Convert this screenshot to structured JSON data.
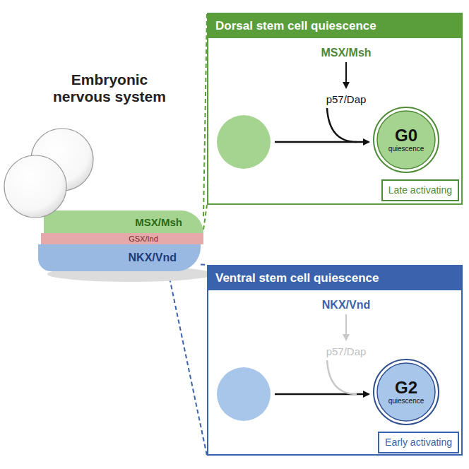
{
  "diagram": {
    "nodes": [
      {
        "text": [
          "MSX/Msh"
        ]
      },
      {
        "text": [
          "GSX/Ind"
        ]
      },
      {
        "text": [
          "NKX/Vnd"
        ]
      },
      {
        "text": [
          "Dorsal stem cell quiescence"
        ]
      },
      {
        "text": [
          "G0",
          "quiescence"
        ],
        "in": 3
      },
      {
        "text": [
          "Late activating"
        ],
        "in": 3
      },
      {
        "text": [
          "Ventral stem cell quiescence"
        ]
      },
      {
        "text": [
          "G2",
          "quiescence"
        ],
        "in": 6
      },
      {
        "text": [
          "Early activating"
        ],
        "in": 6
      }
    ],
    "edges": [
      {
        "from": 0,
        "to": 3,
        "arrow": "none"
      },
      {
        "from": 0,
        "to": 3,
        "arrow": "none"
      },
      {
        "from": 2,
        "to": 6,
        "arrow": "none"
      },
      {
        "from": 2,
        "to": 6,
        "arrow": "none"
      }
    ],
    "labels": [
      "Embryonic nervous system",
      "MSX/Msh",
      "p57/Dap",
      "NKX/Vnd",
      "p57/Dap"
    ]
  }
}
